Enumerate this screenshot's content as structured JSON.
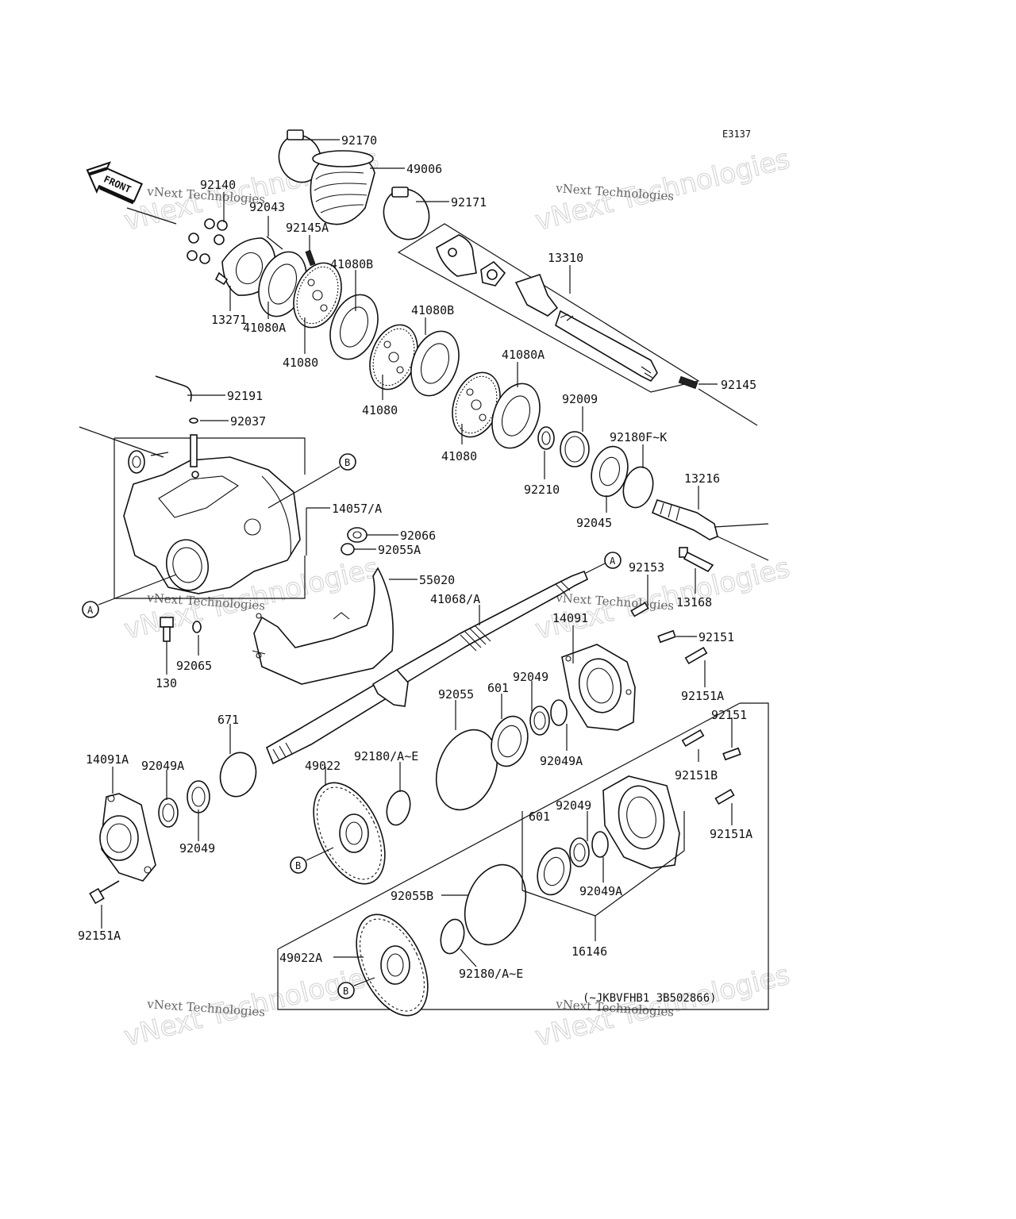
{
  "diagram_code": "E3137",
  "front_marker": "FRONT",
  "serial_note": "(~JKBVFHB1 3B502866)",
  "watermark": {
    "small": "vNext Technologies",
    "large": "vNext Technologies"
  },
  "refs": {
    "a": "A",
    "b": "B"
  },
  "labels": {
    "l92170": "92170",
    "l49006": "49006",
    "l92171": "92171",
    "l92140": "92140",
    "l92043": "92043",
    "l92145a": "92145A",
    "l13310": "13310",
    "l41080b_1": "41080B",
    "l41080b_2": "41080B",
    "l13271": "13271",
    "l41080a_1": "41080A",
    "l41080_1": "41080",
    "l41080a_2": "41080A",
    "l41080_2": "41080",
    "l41080_3": "41080",
    "l92145": "92145",
    "l92191": "92191",
    "l92009": "92009",
    "l92037": "92037",
    "l92180fk": "92180F~K",
    "l92210": "92210",
    "l13216": "13216",
    "l14057a": "14057/A",
    "l92045": "92045",
    "l92066": "92066",
    "l92055a": "92055A",
    "l92153": "92153",
    "l55020": "55020",
    "l41068a": "41068/A",
    "l13168": "13168",
    "l14091": "14091",
    "l92151_1": "92151",
    "l92065": "92065",
    "l130": "130",
    "l92049_1": "92049",
    "l92151a_1": "92151A",
    "l601_1": "601",
    "l92055": "92055",
    "l671": "671",
    "l92151_2": "92151",
    "l92049a_1": "92049A",
    "l14091a": "14091A",
    "l92049a_2": "92049A",
    "l92180ae_1": "92180/A~E",
    "l49022": "49022",
    "l92151b": "92151B",
    "l601_2": "601",
    "l92049_2": "92049",
    "l92151a_2": "92151A",
    "l92049_3": "92049",
    "l92049a_3": "92049A",
    "l92055b": "92055B",
    "l16146": "16146",
    "l92151a_3": "92151A",
    "l49022a": "49022A",
    "l92180ae_2": "92180/A~E"
  }
}
